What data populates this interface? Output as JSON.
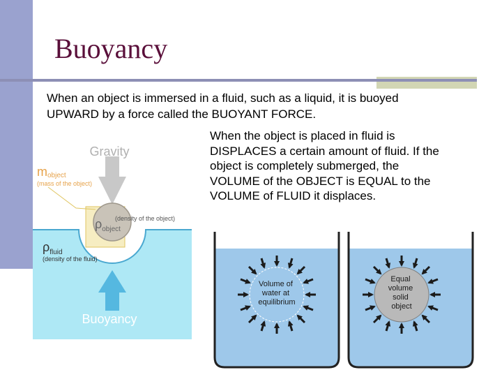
{
  "slide": {
    "title": "Buoyancy",
    "intro": "When an object is immersed in a fluid, such as a liquid, it is buoyed UPWARD by a force called the BUOYANT FORCE.",
    "side_text": "When the object is placed in fluid is DISPLACES a certain amount of fluid. If the object is completely submerged, the VOLUME of the OBJECT is EQUAL to the VOLUME of FLUID it displaces."
  },
  "figure_left": {
    "gravity": "Gravity",
    "m_symbol": "m",
    "m_sub": "object",
    "mass_note": "(mass of the object)",
    "rho_object": "ρ",
    "rho_object_sub": "object",
    "density_object_note": "(density of the object)",
    "rho_fluid": "ρ",
    "rho_fluid_sub": "fluid",
    "density_fluid_note": "(density of the fluid)",
    "buoyancy": "Buoyancy"
  },
  "figure_right": {
    "beaker1_label": [
      "Volume of",
      "water at",
      "equilibrium"
    ],
    "beaker2_label": [
      "Equal",
      "volume",
      "solid",
      "object"
    ]
  },
  "colors": {
    "title": "#5a0f3a",
    "left_bar": "#9aa2cf",
    "water": "#aee8f5",
    "water_dark": "#55b8e0",
    "arrow_gray": "#c8c8c8",
    "ball": "#c9c3b8"
  }
}
